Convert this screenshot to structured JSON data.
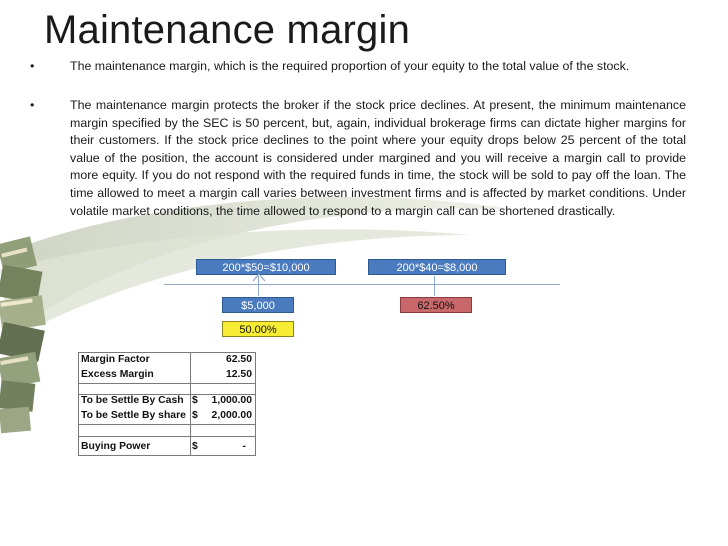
{
  "slide": {
    "title": "Maintenance margin",
    "bullets": [
      {
        "marker": "•",
        "text": "The maintenance margin, which is the required proportion of your equity to the total value of the stock."
      },
      {
        "marker": "•",
        "text": "The maintenance margin protects the broker if the stock price declines. At present, the minimum maintenance margin specified by the SEC is 50 percent, but, again, individual brokerage firms can dictate higher margins for their customers. If the stock price declines to the point where your equity drops below 25 percent of the total value of the position, the account is considered under margined and you will receive a margin call to provide more equity. If you do not respond with the required funds in time, the stock will be sold to pay off the loan. The time allowed to meet a margin call varies between investment firms and is affected by market conditions. Under volatile market conditions, the time allowed to respond to a margin call can be shortened drastically."
      }
    ]
  },
  "diagram": {
    "initial_value": "200*$50=$10,000",
    "current_value": "200*$40=$8,000",
    "equity": "$5,000",
    "current_margin": "62.50%",
    "initial_margin": "50.00%"
  },
  "table": {
    "rows": [
      {
        "label": "Margin Factor",
        "currency": "",
        "value": "62.50"
      },
      {
        "label": "Excess Margin",
        "currency": "",
        "value": "12.50"
      },
      {
        "label": "",
        "currency": "",
        "value": ""
      },
      {
        "label": "To be Settle By Cash",
        "currency": "$",
        "value": "1,000.00"
      },
      {
        "label": "To be Settle By share",
        "currency": "$",
        "value": "2,000.00"
      },
      {
        "label": "",
        "currency": "",
        "value": ""
      },
      {
        "label": "Buying Power",
        "currency": "$",
        "value": "-"
      }
    ]
  },
  "colors": {
    "blue_box": "#4a7bbe",
    "red_box": "#c9686a",
    "yellow_box": "#f5ec33"
  },
  "icons": {
    "decoration": "money-stack-image"
  }
}
